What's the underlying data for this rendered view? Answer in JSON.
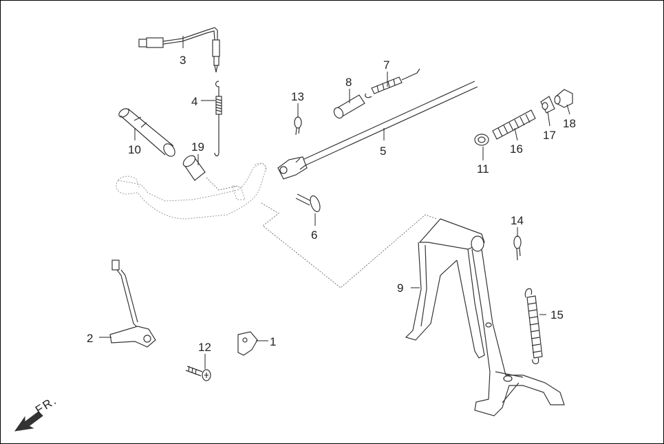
{
  "diagram": {
    "orientation_label": "FR.",
    "callouts": [
      {
        "id": "c1",
        "num": "1"
      },
      {
        "id": "c2",
        "num": "2"
      },
      {
        "id": "c3",
        "num": "3"
      },
      {
        "id": "c4",
        "num": "4"
      },
      {
        "id": "c5",
        "num": "5"
      },
      {
        "id": "c6",
        "num": "6"
      },
      {
        "id": "c7",
        "num": "7"
      },
      {
        "id": "c8",
        "num": "8"
      },
      {
        "id": "c9",
        "num": "9"
      },
      {
        "id": "c10",
        "num": "10"
      },
      {
        "id": "c11",
        "num": "11"
      },
      {
        "id": "c12",
        "num": "12"
      },
      {
        "id": "c13",
        "num": "13"
      },
      {
        "id": "c14",
        "num": "14"
      },
      {
        "id": "c15",
        "num": "15"
      },
      {
        "id": "c16",
        "num": "16"
      },
      {
        "id": "c17",
        "num": "17"
      },
      {
        "id": "c18",
        "num": "18"
      },
      {
        "id": "c19",
        "num": "19"
      }
    ],
    "colors": {
      "line": "#333333",
      "ghost": "#9a9a9a",
      "border": "#000000",
      "background": "#ffffff"
    }
  }
}
